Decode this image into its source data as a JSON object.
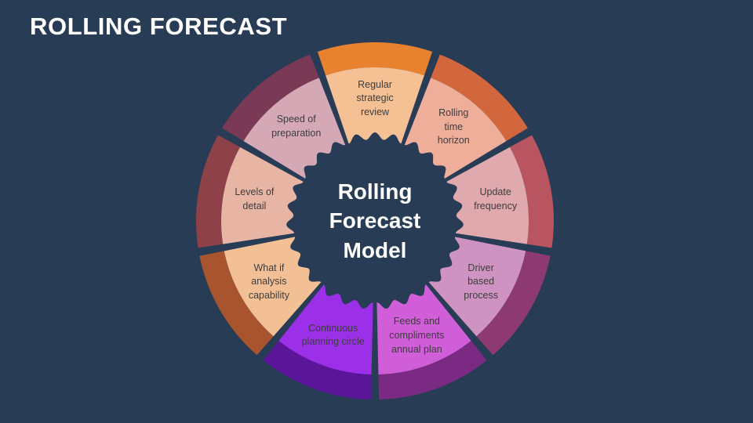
{
  "slide": {
    "title": "ROLLING FORECAST",
    "background_color": "#283c56",
    "title_color": "#ffffff",
    "label_color": "#3d3d3d"
  },
  "center": {
    "text": "Rolling\nForecast\nModel",
    "color": "#ffffff"
  },
  "chart_data": {
    "type": "pie",
    "title": "ROLLING FORECAST",
    "center_text": "Rolling Forecast Model",
    "segment_count": 9,
    "equal_segments": true,
    "slice_degrees": 40,
    "segments": [
      {
        "index": 0,
        "label": "Regular\nstrategic\nreview",
        "plain_label": "Regular strategic review",
        "fill": "#f5c094",
        "band": "#e8822e",
        "start_angle": -20,
        "end_angle": 20
      },
      {
        "index": 1,
        "label": "Rolling\ntime\nhorizon",
        "plain_label": "Rolling time horizon",
        "fill": "#efae9a",
        "band": "#d2663c",
        "start_angle": 20,
        "end_angle": 60
      },
      {
        "index": 2,
        "label": "Update\nfrequency",
        "plain_label": "Update frequency",
        "fill": "#dfa9ae",
        "band": "#b85560",
        "start_angle": 60,
        "end_angle": 100
      },
      {
        "index": 3,
        "label": "Driver\nbased\nprocess",
        "plain_label": "Driver based process",
        "fill": "#cf93c2",
        "band": "#8e3a72",
        "start_angle": 100,
        "end_angle": 140
      },
      {
        "index": 4,
        "label": "Feeds and\ncompliments\nannual plan",
        "plain_label": "Feeds and compliments annual plan",
        "fill": "#cf5ed8",
        "band": "#7b2a84",
        "start_angle": 140,
        "end_angle": 180
      },
      {
        "index": 5,
        "label": "Continuous\nplanning circle",
        "plain_label": "Continuous planning circle",
        "fill": "#9b30e8",
        "band": "#5a1599",
        "start_angle": 180,
        "end_angle": 220
      },
      {
        "index": 6,
        "label": "What if\nanalysis\ncapability",
        "plain_label": "What if analysis capability",
        "fill": "#f3c096",
        "band": "#a8542e",
        "start_angle": 220,
        "end_angle": 260
      },
      {
        "index": 7,
        "label": "Levels of\ndetail",
        "plain_label": "Levels of detail",
        "fill": "#e8b5a4",
        "band": "#8e4148",
        "start_angle": 260,
        "end_angle": 300
      },
      {
        "index": 8,
        "label": "Speed of\npreparation",
        "plain_label": "Speed of preparation",
        "fill": "#d4a8b4",
        "band": "#7a3a56",
        "start_angle": 300,
        "end_angle": 340
      }
    ]
  }
}
